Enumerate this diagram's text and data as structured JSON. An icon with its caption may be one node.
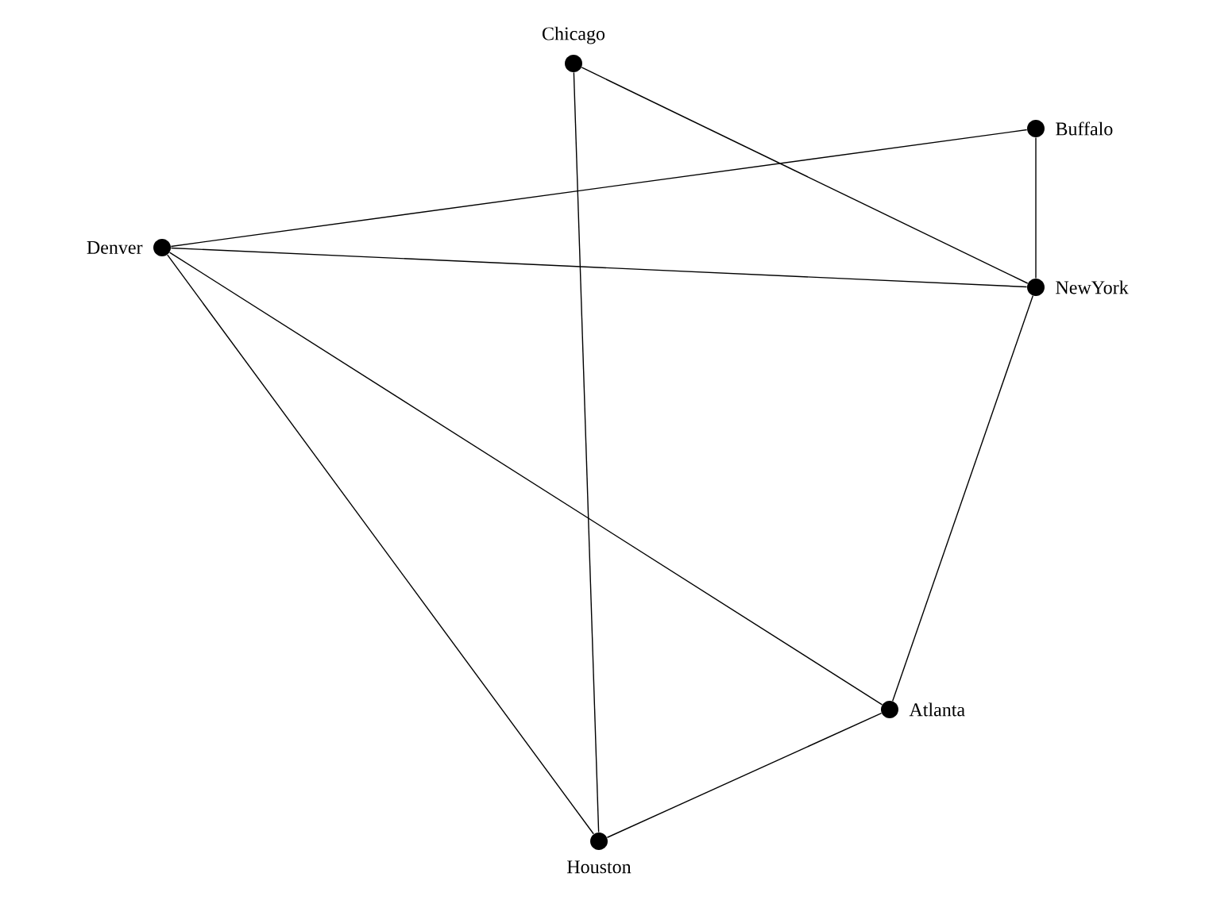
{
  "diagram": {
    "nodes": [
      {
        "text": [],
        "shape": "circle",
        "beside": [
          "Chicago"
        ]
      },
      {
        "text": [],
        "shape": "circle",
        "beside": [
          "Buffalo"
        ]
      },
      {
        "text": [],
        "shape": "circle",
        "beside": [
          "Denver"
        ]
      },
      {
        "text": [],
        "shape": "circle",
        "beside": [
          "NewYork"
        ]
      },
      {
        "text": [],
        "shape": "circle",
        "beside": [
          "Atlanta"
        ]
      },
      {
        "text": [],
        "shape": "circle",
        "beside": [
          "Houston"
        ]
      }
    ],
    "edges": [
      {
        "from": 0,
        "to": 3,
        "arrow": "none"
      },
      {
        "from": 0,
        "to": 5,
        "arrow": "none"
      },
      {
        "from": 1,
        "to": 2,
        "arrow": "none"
      },
      {
        "from": 1,
        "to": 3,
        "arrow": "none"
      },
      {
        "from": 2,
        "to": 3,
        "arrow": "none"
      },
      {
        "from": 2,
        "to": 4,
        "arrow": "none"
      },
      {
        "from": 2,
        "to": 5,
        "arrow": "none"
      },
      {
        "from": 3,
        "to": 4,
        "arrow": "none"
      },
      {
        "from": 4,
        "to": 5,
        "arrow": "none"
      }
    ]
  }
}
